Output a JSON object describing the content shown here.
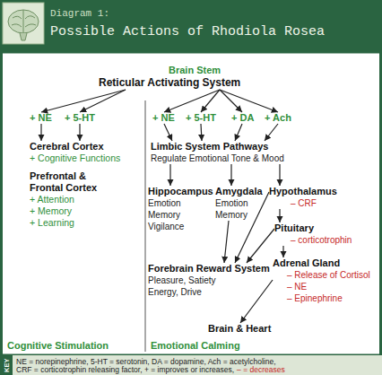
{
  "diagram": {
    "title": "Possible Actions of Rhodiola Rosea",
    "nodes": [
      {
        "text": [
          "Brain Stem",
          "Reticular Activating System"
        ]
      },
      {
        "text": [
          "+ NE"
        ]
      },
      {
        "text": [
          "+ 5-HT"
        ]
      },
      {
        "text": [
          "+ NE"
        ]
      },
      {
        "text": [
          "+ 5-HT"
        ]
      },
      {
        "text": [
          "+ DA"
        ]
      },
      {
        "text": [
          "+ Ach"
        ]
      },
      {
        "text": [
          "Cerebral Cortex",
          "+ Cognitive Functions"
        ]
      },
      {
        "text": [
          "Prefrontal & Frontal Cortex",
          "+ Attention",
          "+ Memory",
          "+ Learning"
        ]
      },
      {
        "text": [
          "Limbic System Pathways",
          "Regulate Emotional Tone & Mood"
        ]
      },
      {
        "text": [
          "Hippocampus",
          "Emotion",
          "Memory",
          "Vigilance"
        ]
      },
      {
        "text": [
          "Amygdala",
          "Emotion",
          "Memory"
        ]
      },
      {
        "text": [
          "Hypothalamus",
          "– CRF"
        ]
      },
      {
        "text": [
          "Pituitary",
          "– corticotrophin"
        ]
      },
      {
        "text": [
          "Adrenal Gland",
          "– Release of Cortisol",
          "– NE",
          "– Epinephrine"
        ]
      },
      {
        "text": [
          "Forebrain Reward System",
          "Pleasure, Satiety",
          "Energy, Drive"
        ]
      },
      {
        "text": [
          "Brain & Heart"
        ]
      }
    ],
    "edges": [
      {
        "from": 0,
        "to": 1,
        "arrow": "to"
      },
      {
        "from": 0,
        "to": 2,
        "arrow": "to"
      },
      {
        "from": 0,
        "to": 3,
        "arrow": "to"
      },
      {
        "from": 0,
        "to": 4,
        "arrow": "to"
      },
      {
        "from": 0,
        "to": 5,
        "arrow": "to"
      },
      {
        "from": 0,
        "to": 6,
        "arrow": "to"
      },
      {
        "from": 1,
        "to": 7,
        "arrow": "to"
      },
      {
        "from": 2,
        "to": 7,
        "arrow": "to"
      },
      {
        "from": 3,
        "to": 9,
        "arrow": "to"
      },
      {
        "from": 4,
        "to": 9,
        "arrow": "to"
      },
      {
        "from": 5,
        "to": 9,
        "arrow": "to"
      },
      {
        "from": 6,
        "to": 9,
        "arrow": "to"
      },
      {
        "from": 9,
        "to": 10,
        "arrow": "to"
      },
      {
        "from": 9,
        "to": 11,
        "arrow": "to"
      },
      {
        "from": 9,
        "to": 12,
        "arrow": "to"
      },
      {
        "from": 11,
        "to": 15,
        "arrow": "to"
      },
      {
        "from": 12,
        "to": 15,
        "arrow": "to"
      },
      {
        "from": 12,
        "to": 13,
        "arrow": "to"
      },
      {
        "from": 13,
        "to": 15,
        "arrow": "to"
      },
      {
        "from": 13,
        "to": 14,
        "arrow": "to"
      },
      {
        "from": 14,
        "to": 16,
        "arrow": "to"
      }
    ],
    "labels": [
      "Diagram 1:",
      "Cognitive Stimulation",
      "Emotional Calming",
      "KEY",
      "NE = norepinephrine, 5-HT = serotonin, DA = dopamine, Ach = acetylcholine,",
      "CRF = corticotrophin releasing factor, + = improves or increases,",
      "– = decreases"
    ]
  }
}
